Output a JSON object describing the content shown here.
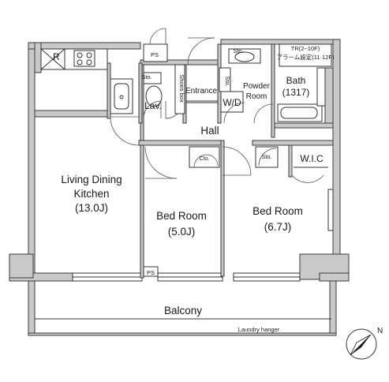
{
  "rooms": {
    "ldk_line1": "Living Dining",
    "ldk_line2": "Kitchen",
    "ldk_size": "(13.0J)",
    "bed1_name": "Bed Room",
    "bed1_size": "(5.0J)",
    "bed2_name": "Bed Room",
    "bed2_size": "(6.7J)",
    "hall": "Hall",
    "entrance": "Entrance",
    "powder_line1": "Powder",
    "powder_line2": "Room",
    "bath_name": "Bath",
    "bath_size": "(1317)",
    "lav": "Lav.",
    "wic": "W.I.C",
    "balcony": "Balcony",
    "laundry": "Laundry hanger"
  },
  "small_labels": {
    "r": "R",
    "ps_top": "PS",
    "ps_bottom": "PS",
    "sto_lav": "Sto.",
    "sto_top": "Sto.",
    "sto_powder": "Sto.",
    "sto_wic": "Sto.",
    "shoes_box": "Shoes box",
    "wd": "W/D",
    "clo": "Clo."
  },
  "note": {
    "line1": "TR(2~10F)",
    "line2": "アラーム設定(11·12F)"
  },
  "compass": {
    "label": "N"
  }
}
